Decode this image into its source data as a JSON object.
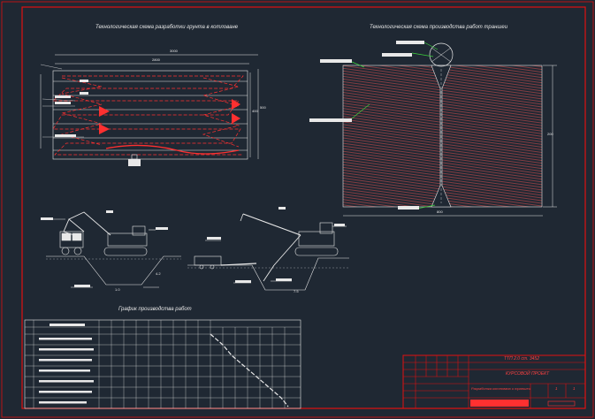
{
  "drawing": {
    "title_left": "Технологическая схема разработки грунта в котловане",
    "title_right": "Технологическая схема производства работ траншеи",
    "title_schedule": "График производства работ",
    "plan_dims": {
      "total_length": "3000",
      "sub_length": "2800",
      "height_a": "400",
      "height_b": "500"
    },
    "trench_dims": {
      "width": "800",
      "depth": "200"
    },
    "excavator_dims": {
      "dig_depth": "4.2",
      "reach": "7.5",
      "bottom": "1.0"
    }
  },
  "title_block": {
    "project_code": "ТТП 2.0 ст. 3452",
    "project_name": "КУРСОВОЙ ПРОЕКТ",
    "sheet_desc": "Разработка котлована и траншеи",
    "sheet_no": "1",
    "sheets_total": "1"
  },
  "colors": {
    "background": "#1f2833",
    "frame": "#e01010",
    "lines": "#e8e8e8",
    "dimension": "#ff3030",
    "hatch": "#c84a4a",
    "leader": "#3cd23c"
  }
}
